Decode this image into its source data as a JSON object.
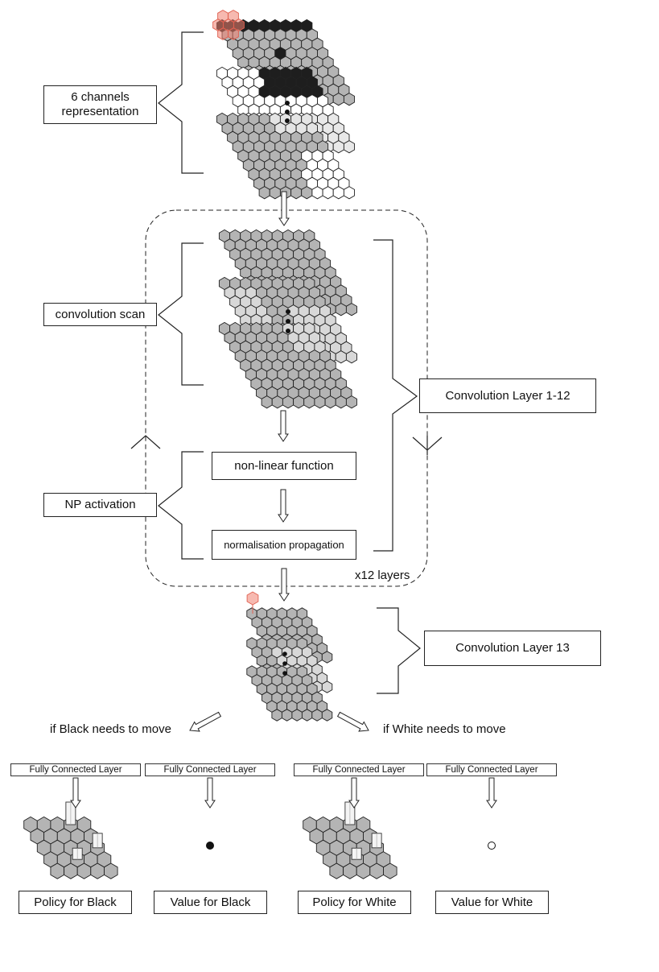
{
  "labels": {
    "six_channels": "6 channels\nrepresentation",
    "convolution_scan": "convolution scan",
    "np_activation": "NP activation",
    "conv_layer_1_12": "Convolution Layer 1-12",
    "non_linear": "non-linear function",
    "normalisation": "normalisation propagation",
    "x12_layers": "x12 layers",
    "conv_layer_13": "Convolution Layer 13",
    "black_move": "if  Black needs to move",
    "white_move": "if  White needs to move",
    "fc_layers": [
      "Fully Connected Layer",
      "Fully Connected Layer",
      "Fully Connected Layer",
      "Fully Connected Layer"
    ],
    "policy_black": "Policy for Black",
    "value_black": "Value for Black",
    "policy_white": "Policy for White",
    "value_white": "Value for White"
  },
  "colors": {
    "black_stone": "#1e1e1e",
    "gray_cell": "#b4b4b4",
    "light_cell": "#d8d8d8",
    "white_cell": "#ffffff",
    "highlight": "#f08070",
    "line": "#222222"
  }
}
